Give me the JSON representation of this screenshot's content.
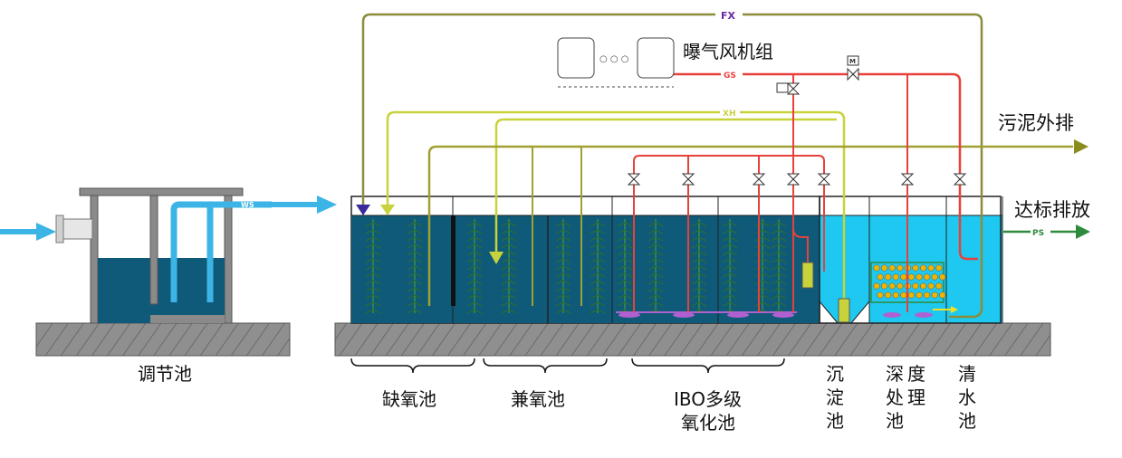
{
  "labels": {
    "blower_group": "曝气风机组",
    "blower_dots": "○ ○ ○",
    "sludge_out": "污泥外排",
    "discharge": "达标排放",
    "regulating_tank": "调节池",
    "anoxic_tank": "缺氧池",
    "facultative_tank": "兼氧池",
    "ibo_line1": "IBO多级",
    "ibo_line2": "氧化池",
    "sedimentation": [
      "沉",
      "淀",
      "池"
    ],
    "advanced_col1": [
      "深",
      "处",
      "池"
    ],
    "advanced_col2": [
      "度",
      "理"
    ],
    "clear_water": [
      "清",
      "水",
      "池"
    ]
  },
  "pipe_codes": {
    "fx": "FX",
    "gs": "GS",
    "xh": "XH",
    "ws": "WS",
    "ps": "PS",
    "valve_m": "M"
  },
  "colors": {
    "air_pipe": "#e8403a",
    "fx_pipe": "#8c8c3c",
    "xh_pipe": "#c8d23c",
    "sludge_pipe": "#a0a032",
    "influent": "#3cb4e6",
    "discharge": "#2e8b3c",
    "tank_dark": "#0e5a78",
    "tank_light": "#1ec8f0",
    "ground": "#8c8c8c"
  }
}
